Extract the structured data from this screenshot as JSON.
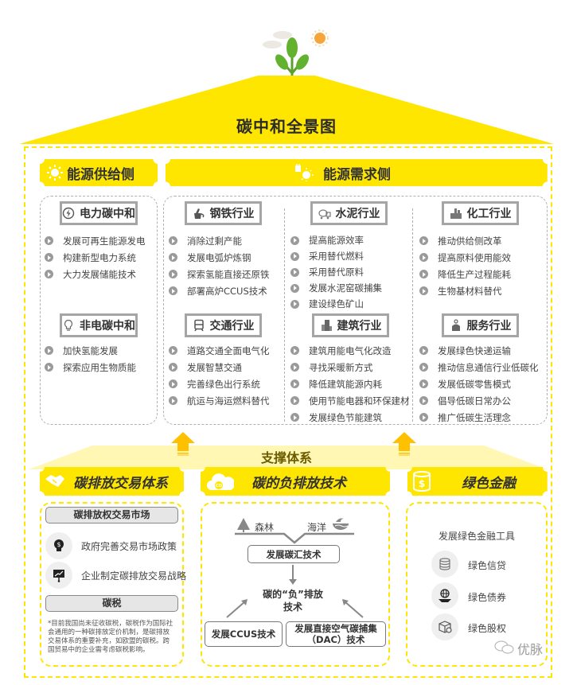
{
  "title": "碳中和全景图",
  "supply_side": {
    "header": "能源供给侧",
    "header_icon": "sun-icon",
    "groups": [
      {
        "label": "电力碳中和",
        "icon": "power-icon",
        "items": [
          "发展可再生能源发电",
          "构建新型电力系统",
          "大力发展储能技术"
        ]
      },
      {
        "label": "非电碳中和",
        "icon": "lightbulb-icon",
        "items": [
          "加快氢能发展",
          "探索应用生物质能"
        ]
      }
    ]
  },
  "demand_side": {
    "header": "能源需求侧",
    "header_icon": "plug-sun-icon",
    "industries": [
      {
        "label": "钢铁行业",
        "icon": "steel-ladle-icon",
        "items": [
          "消除过剩产能",
          "发展电弧炉炼钢",
          "探索氢能直接还原铁",
          "部署高炉CCUS技术"
        ]
      },
      {
        "label": "水泥行业",
        "icon": "cement-mixer-icon",
        "items": [
          "提高能源效率",
          "采用替代燃料",
          "采用替代原料",
          "发展水泥窑碳捕集",
          "建设绿色矿山"
        ]
      },
      {
        "label": "化工行业",
        "icon": "factory-icon",
        "items": [
          "推动供给侧改革",
          "提高原料使用能效",
          "降低生产过程能耗",
          "生物基材料替代"
        ]
      },
      {
        "label": "交通行业",
        "icon": "train-icon",
        "items": [
          "道路交通全面电气化",
          "发展智慧交通",
          "完善绿色出行系统",
          "航运与海运燃料替代"
        ]
      },
      {
        "label": "建筑行业",
        "icon": "building-icon",
        "items": [
          "建筑用能电气化改造",
          "寻找采暖新方式",
          "降低建筑能源内耗",
          "使用节能电器和环保建材",
          "发展绿色节能建筑"
        ]
      },
      {
        "label": "服务行业",
        "icon": "service-bell-icon",
        "items": [
          "发展绿色快递运输",
          "推动信息通信行业低碳化",
          "发展低碳零售模式",
          "倡导低碳日常办公",
          "推广低碳生活理念"
        ]
      }
    ]
  },
  "support": {
    "title": "支撑体系",
    "pillars": [
      {
        "header": "碳排放交易体系",
        "icon": "handshake-icon",
        "market_title": "碳排放权交易市场",
        "market_items": [
          {
            "icon": "money-bulb-icon",
            "text": "政府完善交易市场政策"
          },
          {
            "icon": "chart-board-icon",
            "text": "企业制定碳排放交易战略"
          }
        ],
        "tax_title": "碳税",
        "note": "*目前我国尚未征收碳税，碳税作为国际社会通用的一种碳排放定价机制，是碳排放交易体系的重要补充，如欧盟的碳税。跨国贸易中的企业需考虑碳税影响。"
      },
      {
        "header": "碳的负排放技术",
        "icon": "co2-cloud-icon",
        "forest": "森林",
        "ocean": "海洋",
        "sink_tech": "发展碳汇技术",
        "center_line1": "碳的“负”排放",
        "center_line2": "技术",
        "ccus": "发展CCUS技术",
        "dac_line1": "发展直接空气碳捕集",
        "dac_line2": "（DAC）技术"
      },
      {
        "header": "绿色金融",
        "icon": "coin-stack-icon",
        "tools_title": "发展绿色金融工具",
        "tools": [
          {
            "icon": "database-stack-icon",
            "text": "绿色信贷"
          },
          {
            "icon": "globe-hand-icon",
            "text": "绿色债券"
          },
          {
            "icon": "cube-icon",
            "text": "绿色股权"
          }
        ]
      }
    ]
  },
  "watermark": "优脉",
  "colors": {
    "yellow": "#ffe600",
    "light_yellow": "#fff7b3",
    "arrow": "#ffc000",
    "gray": "#a5a5a5"
  }
}
